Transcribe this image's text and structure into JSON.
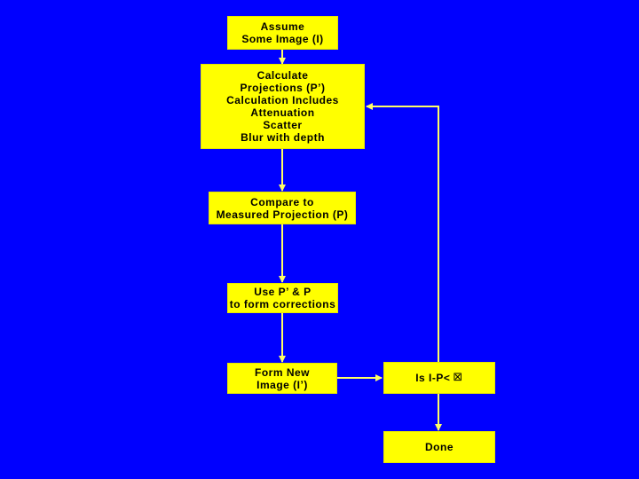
{
  "steps": {
    "assume": "Assume\nSome Image (I)",
    "calculate": "Calculate\nProjections (P’)\nCalculation Includes\nAttenuation\nScatter\nBlur with depth",
    "compare": "Compare to\nMeasured Projection (P)",
    "corrections": "Use P’ & P\nto form corrections",
    "form_new": "Form New\nImage (I’)",
    "check": "Is I-P<",
    "check_symbol": "⊠",
    "done": "Done"
  },
  "colors": {
    "background": "#0000ff",
    "box_fill": "#ffff00",
    "connector": "#ffff66"
  }
}
